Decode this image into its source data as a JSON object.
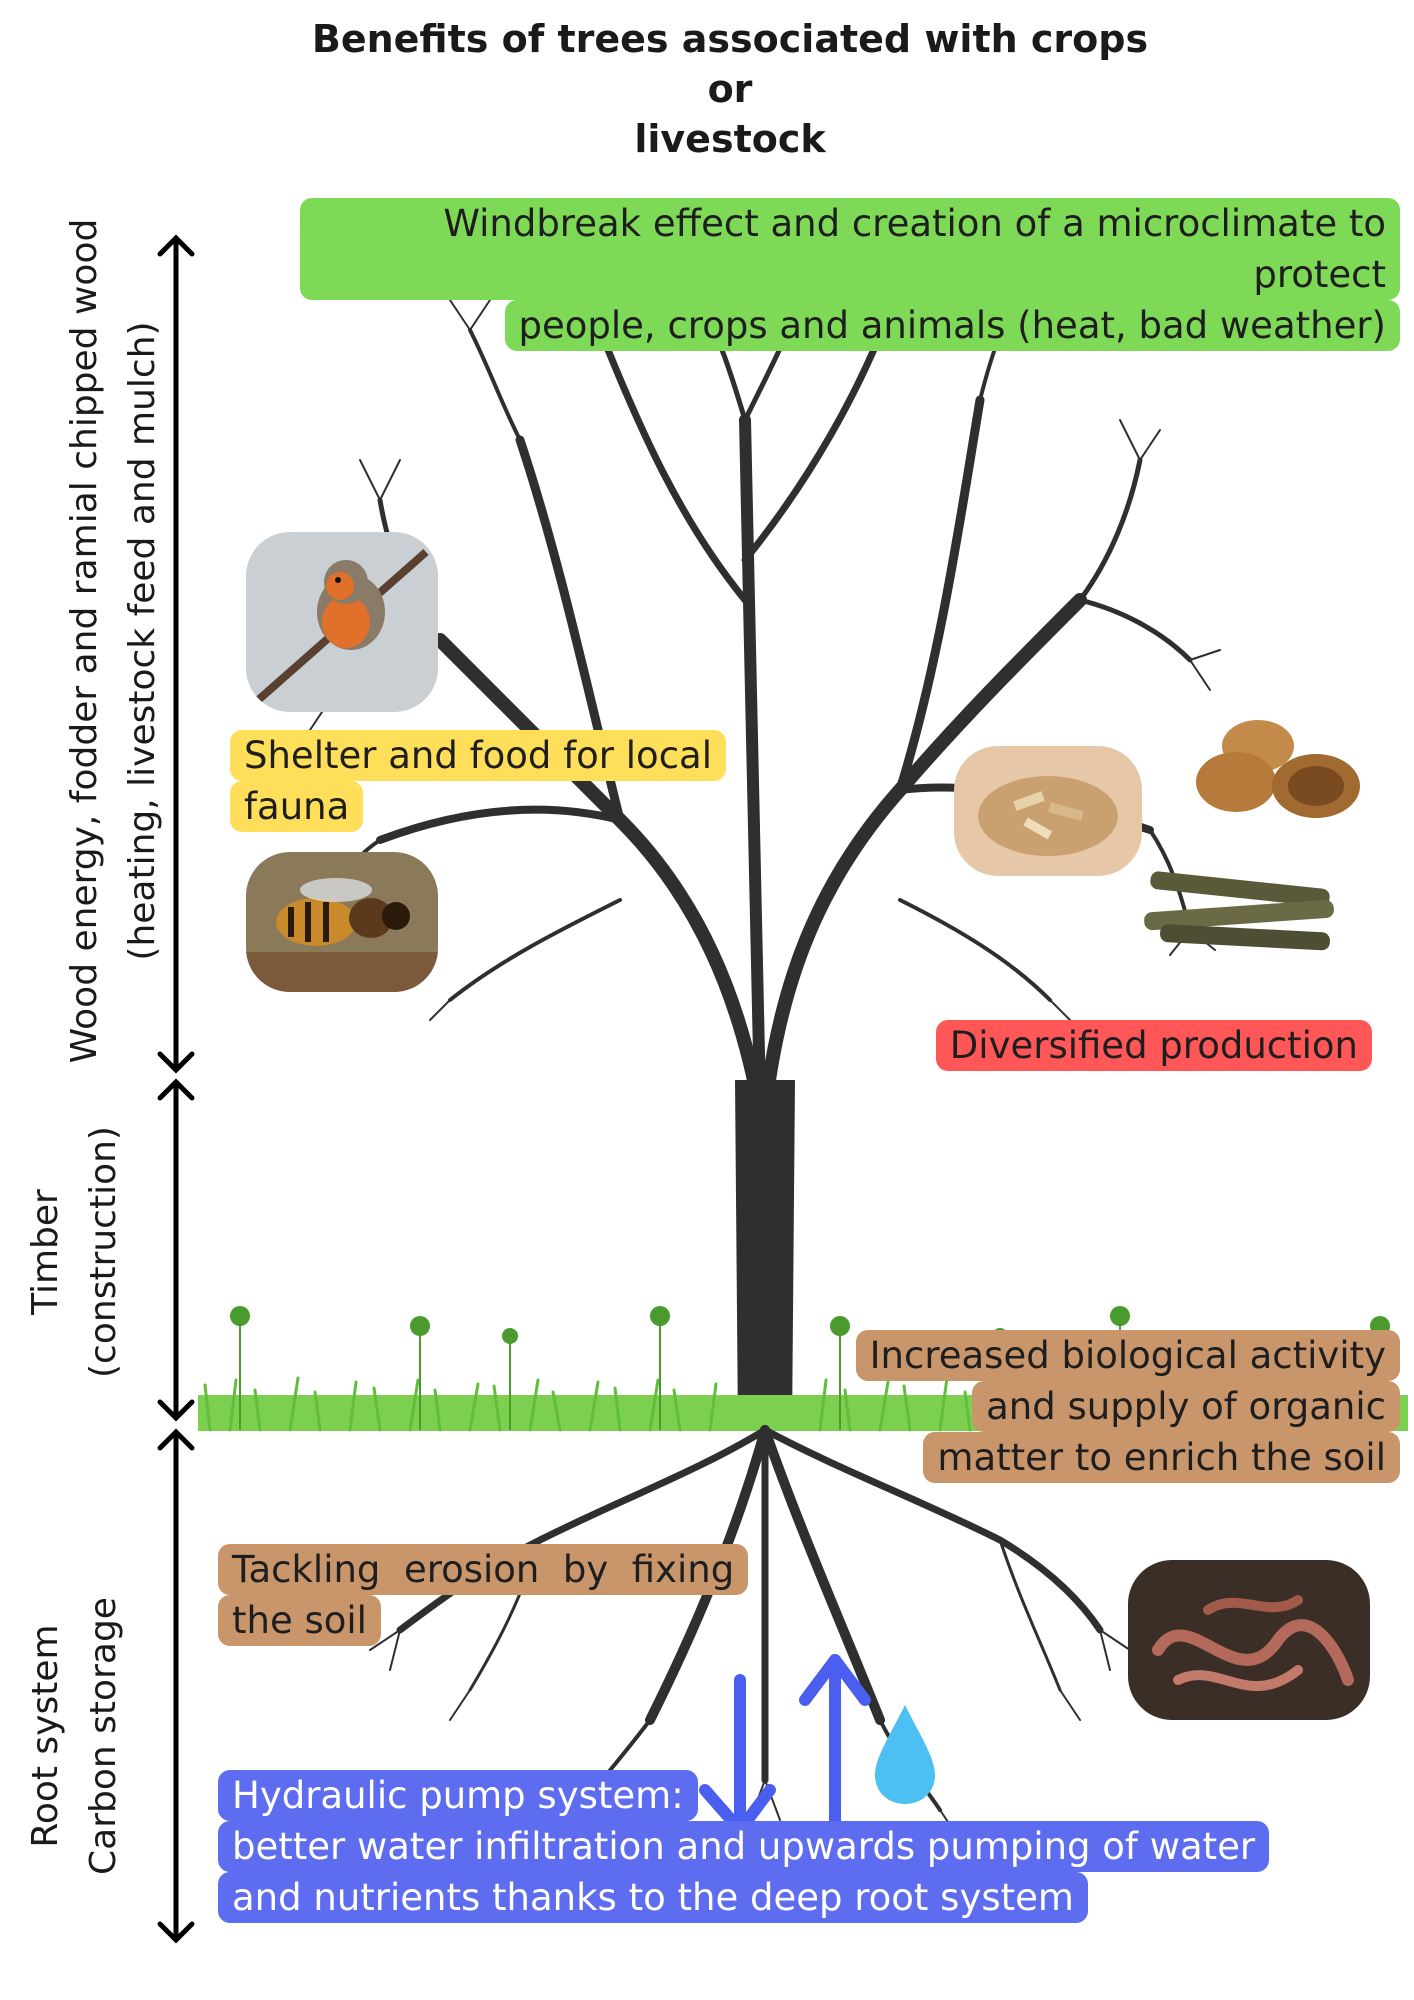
{
  "title": "Benefits of trees associated with crops or livestock",
  "title_lines": [
    "Benefits of trees associated with crops or",
    "livestock"
  ],
  "side_labels": {
    "wood_energy": [
      "Wood energy, fodder and ramial chipped wood",
      "(heating, livestock feed and mulch)"
    ],
    "timber": [
      "Timber",
      "(construction)"
    ],
    "root": [
      "Root system",
      "Carbon storage"
    ]
  },
  "labels": {
    "windbreak": [
      "Windbreak effect and creation of a microclimate to protect",
      "people, crops and animals (heat, bad weather)"
    ],
    "shelter": [
      "Shelter and food for local",
      "fauna"
    ],
    "diversified": [
      "Diversified production"
    ],
    "biological": [
      "Increased biological activity",
      "and supply of organic",
      "matter to enrich the soil"
    ],
    "erosion": [
      "Tackling  erosion  by  fixing",
      "the soil"
    ],
    "hydraulic": [
      "Hydraulic pump system:",
      "better water infiltration and upwards pumping of water",
      "and nutrients thanks to the deep root system"
    ]
  },
  "images": [
    "robin",
    "bee",
    "wood-chips",
    "walnuts",
    "sticks",
    "earthworms",
    "water-drop"
  ],
  "colors": {
    "green": "#7ed957",
    "yellow": "#ffde59",
    "red": "#ff5757",
    "brown": "#c9966b",
    "blue": "#5e6cf0",
    "tree": "#2f2f2f",
    "grass": "#5fbf3a"
  }
}
